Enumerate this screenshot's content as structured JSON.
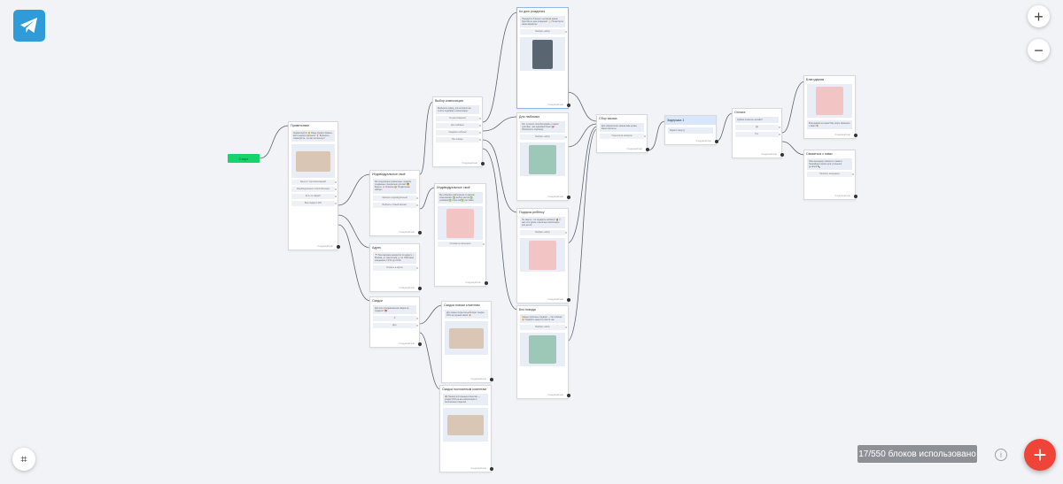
{
  "app": {
    "logo_icon": "telegram-icon",
    "zoom_in": "+",
    "zoom_out": "−",
    "add": "+",
    "info": "i",
    "grid_icon": "⌗",
    "usage": "17/550 блоков использовано",
    "accent_color": "#f04438",
    "start_color": "#16d46a"
  },
  "start": {
    "label": "Старт"
  },
  "common": {
    "next_step": "Следующий шаг"
  },
  "cards": {
    "welcome": {
      "title": "Приветствие",
      "msg": "Здравствуйте! 😊 Рады приветствовать вас в нашем магазине! 🌷 Выберите, пожалуйста, что вас интересует:",
      "buttons": [
        "Букеты с персонализацией",
        "Индивидуальные и заготовленные",
        "Есть ли скидки?",
        "Ваш подарок 10%"
      ]
    },
    "custom": {
      "title": "Индивидуальные своё",
      "msg": "Мы предлагаем уникальные подарки, созданные специально для вас: 🎁 Букеты 🌸 Корзины 🧺 Подарочные наборы",
      "buttons": [
        "Заказать индивидуальный",
        "Выбрать готовый вариант"
      ]
    },
    "address": {
      "title": "Адрес",
      "msg": "📍 Наш магазин находится по адресу: г. Москва, ул. Цветочная, д. 12. Работаем ежедневно с 9:00 до 21:00.",
      "buttons": [
        "Открыть в картах"
      ]
    },
    "discounts": {
      "title": "Скидки",
      "msg": "Для кого предназначена скидка на подарок? 🎁",
      "buttons": [
        "Я",
        "Друг"
      ]
    },
    "choose": {
      "title": "Выбор композиции",
      "msg": "Выберите повод, для которого вы хотите подобрать композицию:",
      "buttons": [
        "Ко дню рождения",
        "Для любимых",
        "Свадьба и юбилей",
        "Без повода"
      ]
    },
    "individual": {
      "title": "Индивидуальные своё",
      "msg": "Мы соберём композицию по вашим пожеланиям: ✅ выбор цветов ✅ упаковка ✅ открытка ✅ доставка",
      "buttons": [
        "Отправить пожелания"
      ]
    },
    "new_clients": {
      "title": "Скидка новым клиентам",
      "msg": "Для новых клиентов действует скидка 10% на первый заказ! 🎉",
      "buttons": []
    },
    "regular": {
      "title": "Скидка постоянным клиентам",
      "msg": "💐 Нашим постоянным клиентам — скидка 15% на все композиции и бесплатная открытка!",
      "buttons": []
    },
    "birthday": {
      "title": "Ко дню рождения",
      "msg": "Порадуйте близкого человека ярким букетом ко дню рождения! 🎂 Посмотрите наши варианты:",
      "buttons": [
        "Выбрать набор"
      ]
    },
    "lovers": {
      "title": "Для любимых",
      "msg": "Нет лучшего способа сказать о своих чувствах, чем красивый букет! 💕 Посмотрите подборку:",
      "buttons": [
        "Выбрать набор"
      ]
    },
    "child": {
      "title": "Подарок ребёнку",
      "msg": "Не знаете, что подарить ребёнку? 🧸 У нас есть яркие и весёлые композиции для детей:",
      "buttons": [
        "Выбрать набор"
      ]
    },
    "no_reason": {
      "title": "Без повода",
      "msg": "Самые приятные подарки — без повода! 🌼 Подарите радость просто так:",
      "buttons": [
        "Выбрать набор"
      ]
    },
    "order": {
      "title": "Сбор заказа",
      "msg": "Для оформления заказа нам нужны ваши контакты.",
      "buttons": [
        "Поделиться номером"
      ]
    },
    "question": {
      "title": "Задержка 1",
      "msg": "Ждём 1 минуту",
      "buttons": []
    },
    "payment": {
      "title": "Оплата",
      "msg": "Удобно оплатить онлайн?",
      "buttons": [
        "Да",
        "Нет"
      ]
    },
    "thanks": {
      "title": "Благодарим",
      "msg": "Благодарим за заказ! Мы скоро свяжемся с вами 💐",
      "buttons": []
    },
    "contact": {
      "title": "Связаться с нами",
      "msg": "Наш менеджер свяжется с вами в ближайшее время для уточнения деталей. 📞",
      "buttons": [
        "Написать менеджеру"
      ]
    }
  }
}
